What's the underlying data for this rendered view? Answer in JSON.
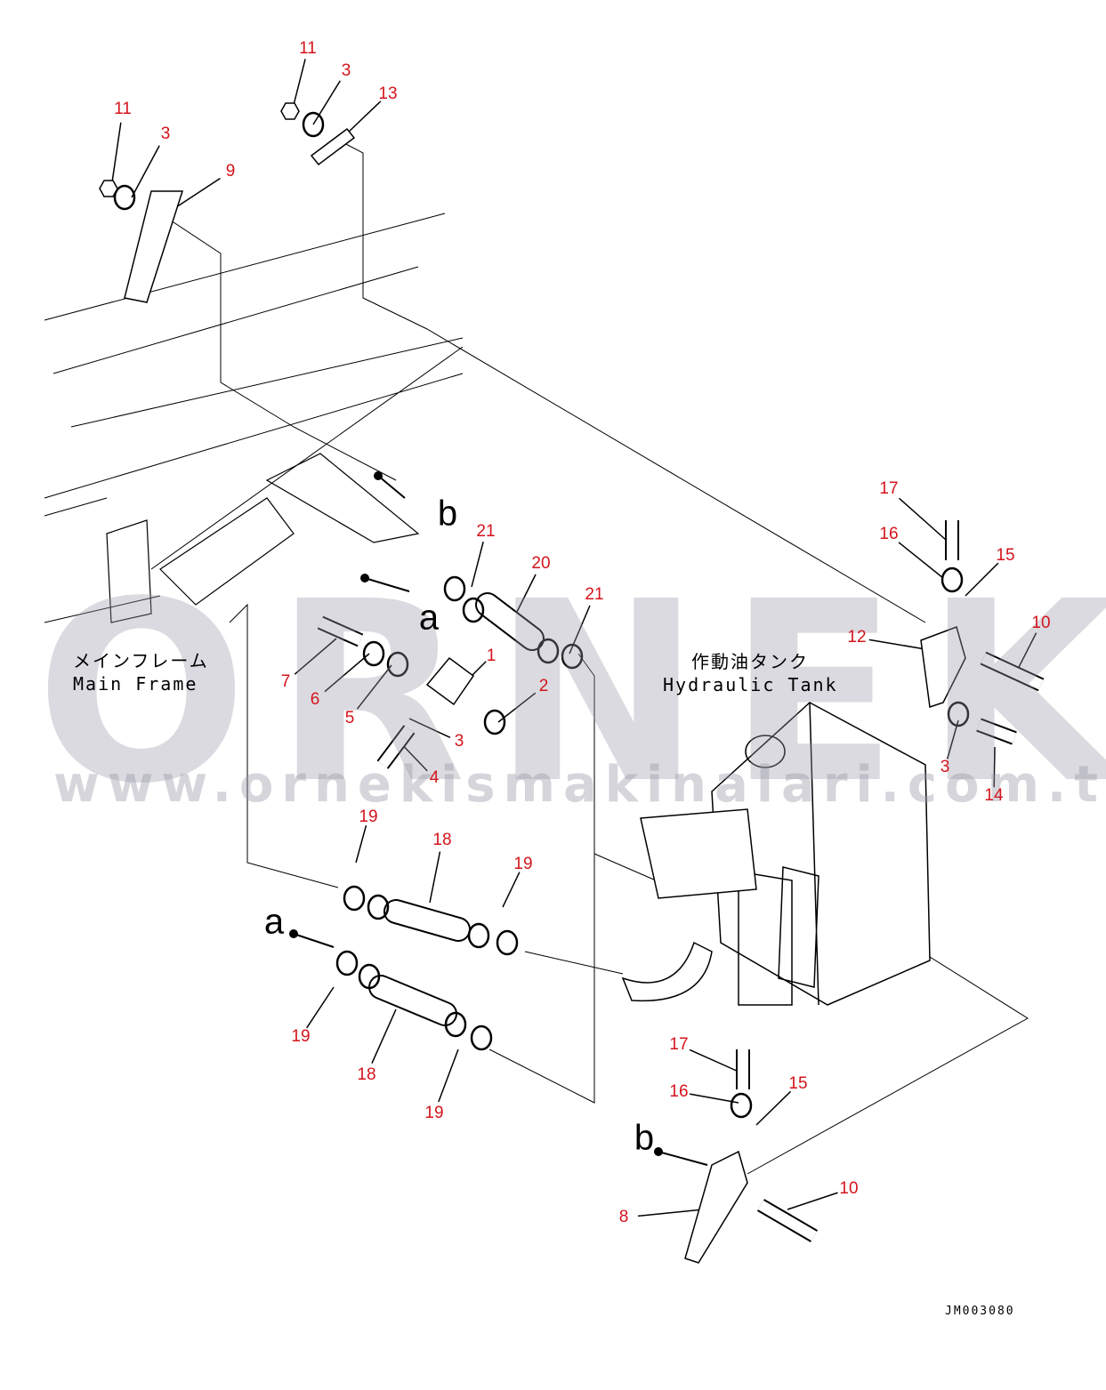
{
  "watermark": {
    "brand": "ORNEK",
    "url": "www.ornekismakinalari.com.tr"
  },
  "labels": {
    "main_frame_jp": "メインフレーム",
    "main_frame_en": "Main Frame",
    "tank_jp": "作動油タンク",
    "tank_en": "Hydraulic Tank",
    "drawing_code": "JM003080"
  },
  "view_letters": [
    "a",
    "b",
    "a",
    "b"
  ],
  "callouts": [
    "11",
    "3",
    "13",
    "11",
    "3",
    "9",
    "17",
    "16",
    "15",
    "21",
    "20",
    "21",
    "10",
    "12",
    "1",
    "7",
    "2",
    "6",
    "5",
    "3",
    "4",
    "3",
    "14",
    "19",
    "18",
    "19",
    "19",
    "18",
    "19",
    "17",
    "16",
    "15",
    "10",
    "8"
  ],
  "colors": {
    "callout": "#d4141b",
    "line": "#000000"
  }
}
